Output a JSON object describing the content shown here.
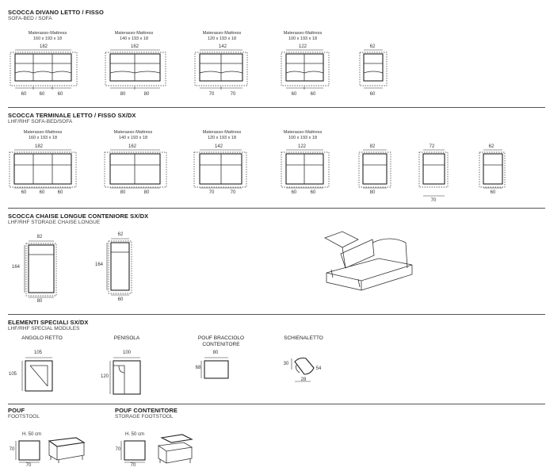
{
  "sections": {
    "sofa": {
      "title": "SCOCCA DIVANO LETTO / FISSO",
      "subtitle": "SOFA-BED / SOFA"
    },
    "terminal": {
      "title": "SCOCCA TERMINALE  LETTO / FISSO SX/DX",
      "subtitle": "LHF/RHF SOFA-BED/SOFA"
    },
    "chaise": {
      "title": "SCOCCA CHAISE LONGUE CONTENIORE SX/DX",
      "subtitle": "LHF/RHF STORAGE CHAISE LONGUE"
    },
    "special": {
      "title": "ELEMENTI SPECIALI SX/DX",
      "subtitle": "LHF/RHF SPECIAL MODULES"
    },
    "pouf": {
      "title": "POUF",
      "subtitle": "FOOTSTOOL"
    },
    "pouf_storage": {
      "title": "POUF CONTENITORE",
      "subtitle": "STORAGE FOOTSTOOL"
    }
  },
  "sofa_row": [
    {
      "mattress_label": "Materasso-Mattress",
      "mattress_size": "160 x 193 x 18",
      "width": "182",
      "seats": [
        "60",
        "60",
        "60"
      ]
    },
    {
      "mattress_label": "Materasso-Mattress",
      "mattress_size": "140 x 193 x 18",
      "width": "162",
      "seats": [
        "80",
        "80"
      ]
    },
    {
      "mattress_label": "Materasso-Mattress",
      "mattress_size": "120 x 193 x 18",
      "width": "142",
      "seats": [
        "70",
        "70"
      ]
    },
    {
      "mattress_label": "Materasso-Mattress",
      "mattress_size": "100 x 193 x 18",
      "width": "122",
      "seats": [
        "60",
        "60"
      ]
    },
    {
      "width": "62",
      "seats": [
        "60"
      ]
    }
  ],
  "terminal_row": [
    {
      "mattress_label": "Materasso-Mattress",
      "mattress_size": "160 x 193 x 18",
      "width": "182",
      "seats": [
        "60",
        "60",
        "60"
      ]
    },
    {
      "mattress_label": "Materasso-Mattress",
      "mattress_size": "140 x 193 x 18",
      "width": "162",
      "seats": [
        "80",
        "80"
      ]
    },
    {
      "mattress_label": "Materasso-Mattress",
      "mattress_size": "120 x 193 x 18",
      "width": "142",
      "seats": [
        "70",
        "70"
      ]
    },
    {
      "mattress_label": "Materasso-Mattress",
      "mattress_size": "100 x 193 x 18",
      "width": "122",
      "seats": [
        "60",
        "60"
      ]
    },
    {
      "width": "82",
      "seats": [
        "80"
      ]
    },
    {
      "width": "72",
      "seats": [
        "70"
      ]
    },
    {
      "width": "62",
      "seats": [
        "60"
      ]
    }
  ],
  "chaise_row": [
    {
      "width": "82",
      "depth": "164",
      "seat": "80"
    },
    {
      "width": "62",
      "depth": "164",
      "seat": "60"
    }
  ],
  "special_row": [
    {
      "name": "ANGOLO RETTO",
      "width": "105",
      "depth": "105"
    },
    {
      "name": "PENISOLA",
      "width": "100",
      "depth": "120"
    },
    {
      "name": "POUF BRACCIOLO CONTENITORE",
      "width": "80",
      "depth": "68"
    },
    {
      "name": "SCHIENALETTO",
      "height": "30",
      "depth": "54",
      "width": "28"
    }
  ],
  "pouf_row": [
    {
      "height_label": "H. 50 cm",
      "width": "70",
      "depth": "70"
    },
    {
      "height_label": "H. 50 cm",
      "width": "70",
      "depth": "70"
    }
  ]
}
